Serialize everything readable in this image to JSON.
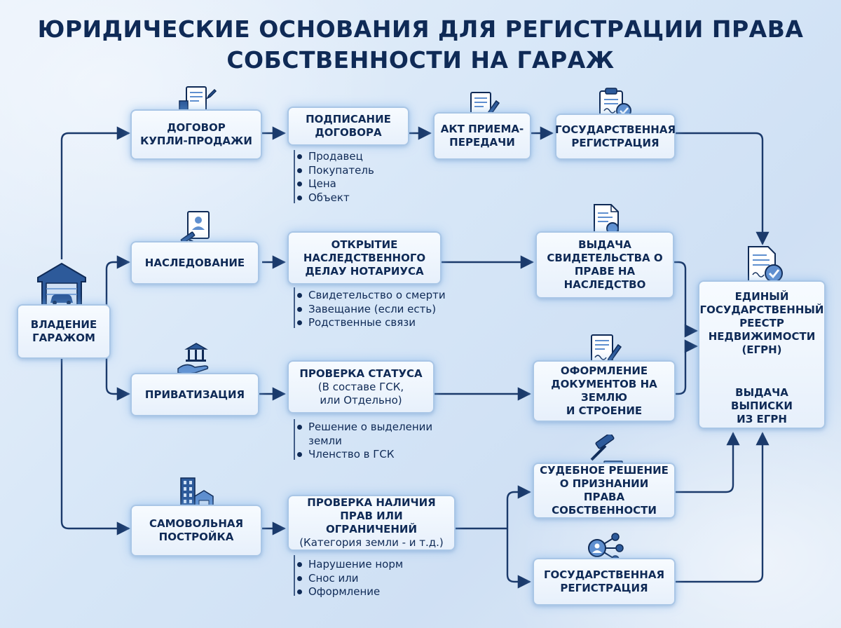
{
  "title": {
    "line1": "ЮРИДИЧЕСКИЕ ОСНОВАНИЯ ДЛЯ РЕГИСТРАЦИИ ПРАВА",
    "line2": "СОБСТВЕННОСТИ НА ГАРАЖ"
  },
  "root": {
    "label": "ВЛАДЕНИЕ\nГАРАЖОМ",
    "icon": "garage-icon"
  },
  "branches": {
    "purchase": {
      "label": "ДОГОВОР\nКУПЛИ-ПРОДАЖИ",
      "step1": "ПОДПИСАНИЕ\nДОГОВОРА",
      "step1_bullets": [
        "Продавец",
        "Покупатель",
        "Цена",
        "Объект"
      ],
      "step2": "АКТ ПРИЕМА-\nПЕРЕДАЧИ",
      "step3": "ГОСУДАРСТВЕННАЯ\nРЕГИСТРАЦИЯ"
    },
    "inheritance": {
      "label": "НАСЛЕДОВАНИЕ",
      "step1": "ОТКРЫТИЕ\nНАСЛЕДСТВЕННОГО\nДЕЛАУ НОТАРИУСА",
      "step1_bullets": [
        "Свидетельство о смерти",
        "Завещание (если есть)",
        "Родственные связи"
      ],
      "step2": "ВЫДАЧА\nСВИДЕТЕЛЬСТВА О\nПРАВЕ НА\nНАСЛЕДСТВО"
    },
    "privatization": {
      "label": "ПРИВАТИЗАЦИЯ",
      "step1": "ПРОВЕРКА СТАТУСА",
      "step1_sub": "(В составе ГСК,\nили Отдельно)",
      "step1_bullets": [
        "Решение о выделении\nземли",
        "Членство в ГСК"
      ],
      "step2": "ОФОРМЛЕНИЕ\nДОКУМЕНТОВ НА ЗЕМЛЮ\nИ СТРОЕНИЕ"
    },
    "unauthorized": {
      "label": "САМОВОЛЬНАЯ\nПОСТРОЙКА",
      "step1": "ПРОВЕРКА НАЛИЧИЯ\nПРАВ ИЛИ ОГРАНИЧЕНИЙ",
      "step1_sub": "(Категория земли - и т.д.)",
      "step1_bullets": [
        "Нарушение норм",
        "Снос или",
        "Оформление"
      ],
      "option1": "СУДЕБНОЕ РЕШЕНИЕ\nО ПРИЗНАНИИ ПРАВА\nСОБСТВЕННОСТИ",
      "option2": "ГОСУДАРСТВЕННАЯ\nРЕГИСТРАЦИЯ"
    }
  },
  "egrn": {
    "label": "ЕДИНЫЙ\nГОСУДАРСТВЕННЫЙ\nРЕЕСТР\nНЕДВИЖИМОСТИ\n(ЕГРН)",
    "extract": "ВЫДАЧА ВЫПИСКИ\nИЗ ЕГРН"
  },
  "colors": {
    "text": "#0f2a56",
    "line": "#1b3a6b",
    "box_border": "#a9c6e6",
    "glow": "#78afeb",
    "icon_fill": "#5f8fcf"
  }
}
